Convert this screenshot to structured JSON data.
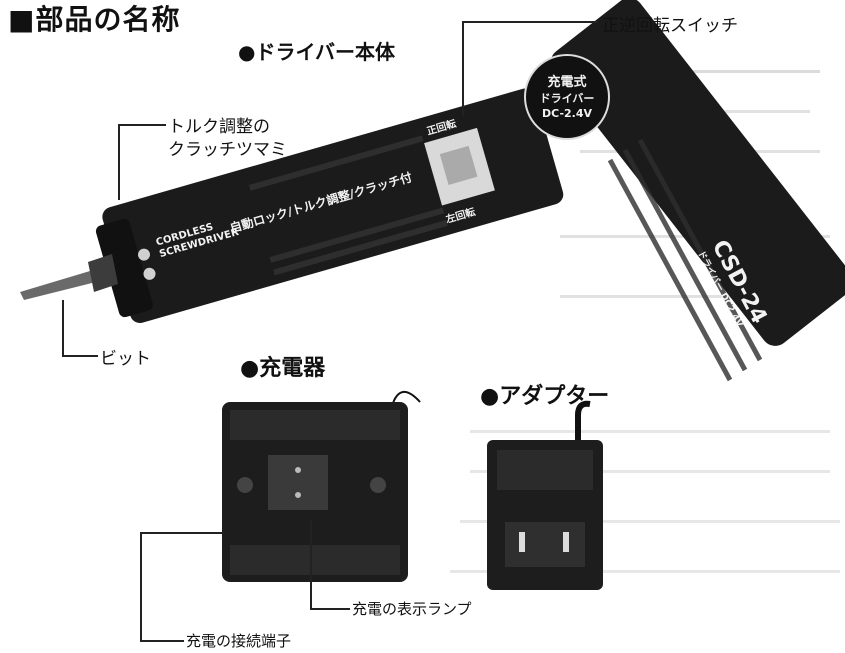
{
  "title": "■部品の名称",
  "sections": {
    "driver_body": "●ドライバー本体",
    "charger": "●充電器",
    "adapter": "●アダプター"
  },
  "callouts": {
    "forward_reverse_switch": "正逆回転スイッチ",
    "torque_clutch_line1": "トルク調整の",
    "torque_clutch_line2": "クラッチツマミ",
    "bit": "ビット",
    "charge_indicator_lamp": "充電の表示ランプ",
    "charge_terminal": "充電の接続端子"
  },
  "product_print": {
    "brand_line1": "CORDLESS",
    "brand_line2": "SCREWDRIVER",
    "feature": "自動ロック/トルク調整/クラッチ付",
    "model": "CSD-24",
    "model_sub": "ドライバー DC2.4V",
    "badge_line1": "充電式",
    "badge_line2": "ドライバー",
    "badge_line3": "DC-2.4V",
    "switch_top": "正回転",
    "switch_bottom": "左回転"
  },
  "colors": {
    "body": "#1b1b1b",
    "ink": "#111111",
    "paper": "#ffffff"
  }
}
